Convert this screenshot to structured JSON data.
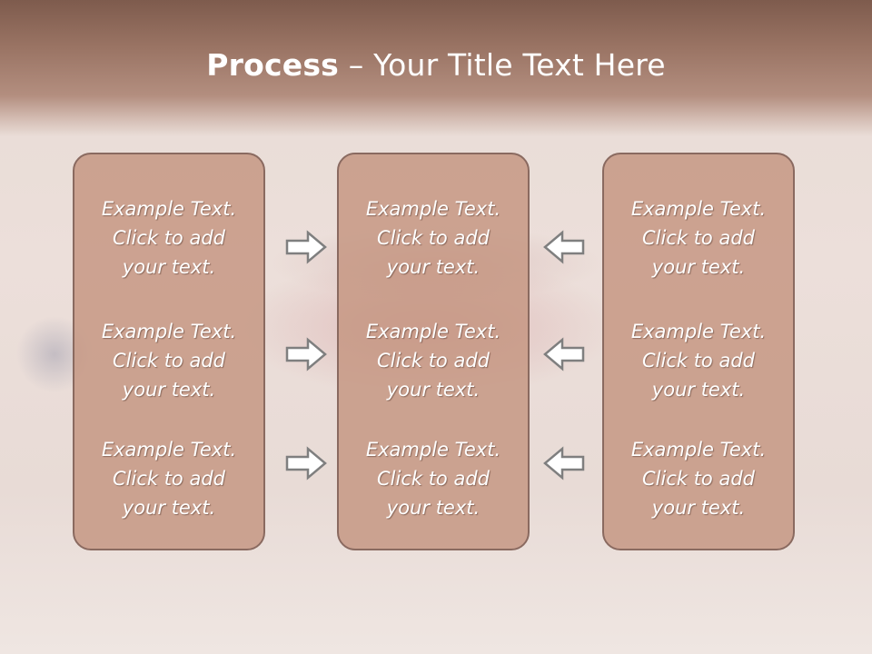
{
  "title": {
    "bold": "Process",
    "rest": " – Your Title Text Here"
  },
  "panels": [
    {
      "items": [
        {
          "line1": "Example Text.",
          "line2": "Click  to add",
          "line3": "your text."
        },
        {
          "line1": "Example Text.",
          "line2": "Click  to add",
          "line3": "your text."
        },
        {
          "line1": "Example Text.",
          "line2": "Click  to add",
          "line3": "your text."
        }
      ]
    },
    {
      "items": [
        {
          "line1": "Example Text.",
          "line2": "Click  to add",
          "line3": "your text."
        },
        {
          "line1": "Example Text.",
          "line2": "Click  to add",
          "line3": "your text."
        },
        {
          "line1": "Example Text.",
          "line2": "Click  to add",
          "line3": "your text."
        }
      ]
    },
    {
      "items": [
        {
          "line1": "Example Text.",
          "line2": "Click  to add",
          "line3": "your text."
        },
        {
          "line1": "Example Text.",
          "line2": "Click  to add",
          "line3": "your text."
        },
        {
          "line1": "Example Text.",
          "line2": "Click  to add",
          "line3": "your text."
        }
      ]
    }
  ],
  "arrows": {
    "left_group": "arrow-right-icon",
    "right_group": "arrow-left-icon"
  },
  "colors": {
    "panel_fill": "#c49580",
    "panel_border": "#8a6a60",
    "header": "#9a7464",
    "text": "#ffffff"
  }
}
